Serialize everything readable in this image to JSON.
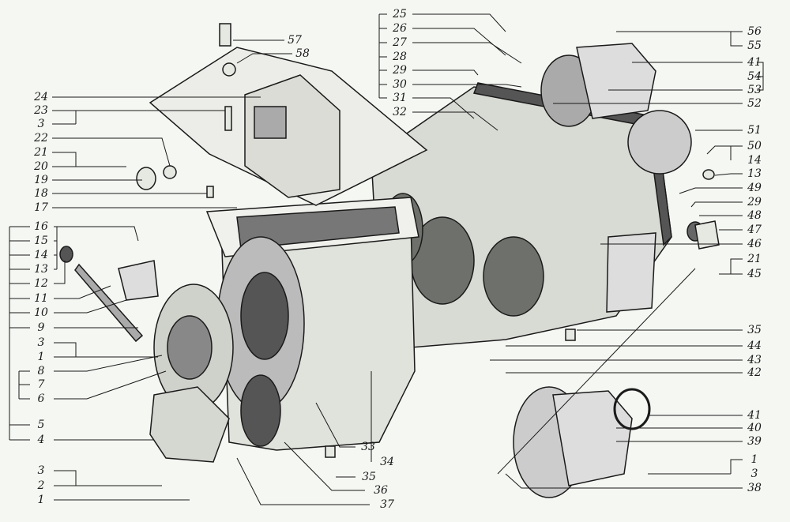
{
  "title": "Gearbox housing exploded view",
  "labels": {
    "left": [
      "16",
      "15",
      "14",
      "13",
      "12",
      "11",
      "10",
      "9",
      "3",
      "1",
      "8",
      "7",
      "6",
      "5",
      "4",
      "3",
      "2",
      "1"
    ],
    "top_left": [
      "24",
      "23",
      "3",
      "22",
      "21",
      "20",
      "19",
      "18",
      "17"
    ],
    "top": [
      "57",
      "58"
    ],
    "top_mid": [
      "25",
      "26",
      "27",
      "28",
      "29",
      "30",
      "31",
      "32"
    ],
    "right": [
      "56",
      "55",
      "41",
      "54",
      "53",
      "52",
      "51",
      "50",
      "14",
      "13",
      "49",
      "29",
      "48",
      "47",
      "46",
      "21",
      "45",
      "35",
      "44",
      "43",
      "42",
      "41",
      "40",
      "39",
      "1",
      "3",
      "38"
    ],
    "bottom": [
      "33",
      "34",
      "35",
      "36",
      "37"
    ]
  },
  "colors": {
    "ink": "#1a1a1a",
    "paper": "#f4f7f2",
    "shade": "#c9ccc6"
  }
}
